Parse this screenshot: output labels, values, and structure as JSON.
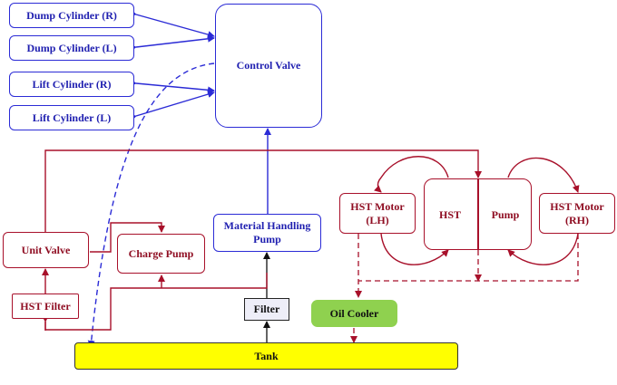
{
  "nodes": {
    "dump_r": "Dump Cylinder (R)",
    "dump_l": "Dump Cylinder (L)",
    "lift_r": "Lift Cylinder (R)",
    "lift_l": "Lift Cylinder (L)",
    "control_valve": "Control Valve",
    "material_pump_line1": "Material Handling",
    "material_pump_line2": "Pump",
    "unit_valve": "Unit Valve",
    "charge_pump": "Charge Pump",
    "hst_filter": "HST Filter",
    "hst_motor_lh_line1": "HST Motor",
    "hst_motor_lh_line2": "(LH)",
    "hst": "HST",
    "pump": "Pump",
    "hst_motor_rh_line1": "HST Motor",
    "hst_motor_rh_line2": "(RH)",
    "filter": "Filter",
    "oil_cooler": "Oil Cooler",
    "tank": "Tank"
  },
  "colors": {
    "blue": "#2b2bd6",
    "red": "#a8102a",
    "tank_fill": "#ffff00",
    "oil_cooler_fill": "#8fd14f",
    "filter_fill": "#eeeef8"
  }
}
